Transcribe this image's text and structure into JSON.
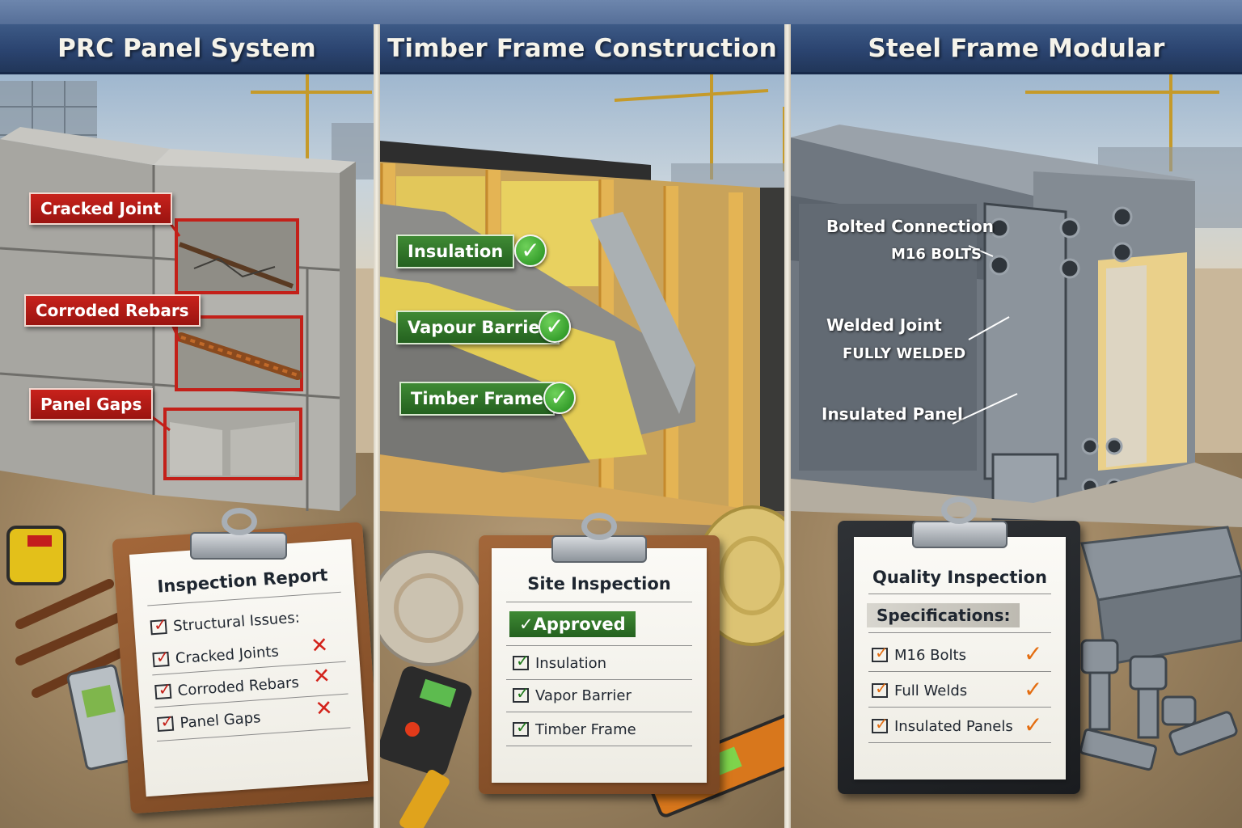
{
  "panels": [
    {
      "title": "PRC Panel System"
    },
    {
      "title": "Timber Frame Construction"
    },
    {
      "title": "Steel Frame Modular"
    }
  ],
  "prc": {
    "callouts": [
      "Cracked Joint",
      "Corroded Rebars",
      "Panel Gaps"
    ],
    "report": {
      "title": "Inspection Report",
      "heading": "Structural Issues:",
      "items": [
        "Cracked Joints",
        "Corroded Rebars",
        "Panel Gaps"
      ],
      "mark": "✕"
    }
  },
  "timber": {
    "callouts": [
      "Insulation",
      "Vapour Barrier",
      "Timber Frame"
    ],
    "check": "✓",
    "report": {
      "title": "Site Inspection",
      "status": "Approved",
      "items": [
        "Insulation",
        "Vapor Barrier",
        "Timber Frame"
      ]
    }
  },
  "steel": {
    "labels": [
      {
        "main": "Bolted Connection",
        "sub": "M16 BOLTS"
      },
      {
        "main": "Welded Joint",
        "sub": "FULLY WELDED"
      },
      {
        "main": "Insulated Panel",
        "sub": ""
      }
    ],
    "report": {
      "title": "Quality Inspection",
      "heading": "Specifications:",
      "items": [
        "M16 Bolts",
        "Full Welds",
        "Insulated Panels"
      ],
      "mark": "✓"
    }
  },
  "colors": {
    "banner": "#2b4470",
    "alert": "#c8221c",
    "ok": "#2f7a28",
    "spec": "#e46d10"
  }
}
